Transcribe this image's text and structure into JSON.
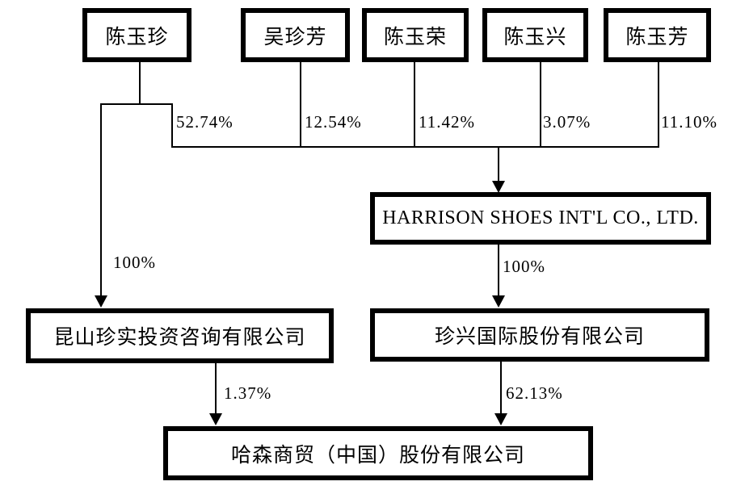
{
  "diagram": {
    "type": "equity-ownership-structure",
    "colors": {
      "background": "#ffffff",
      "line": "#000000",
      "box_border": "#000000",
      "text": "#000000"
    },
    "shareholders": [
      {
        "name": "陈玉珍"
      },
      {
        "name": "吴珍芳"
      },
      {
        "name": "陈玉荣"
      },
      {
        "name": "陈玉兴"
      },
      {
        "name": "陈玉芳"
      }
    ],
    "companies": {
      "harrison": {
        "name": "HARRISON SHOES INT'L CO., LTD."
      },
      "kunshan": {
        "name": "昆山珍实投资咨询有限公司"
      },
      "zhenxing": {
        "name": "珍兴国际股份有限公司"
      },
      "hasen": {
        "name": "哈森商贸（中国）股份有限公司"
      }
    },
    "ownership_labels": {
      "chen_yuzhen_to_harrison": "52.74%",
      "wu_zhenfang_to_harrison": "12.54%",
      "chen_yurong_to_harrison": "11.42%",
      "chen_yuxing_to_harrison": "3.07%",
      "chen_yufang_to_harrison": "11.10%",
      "chen_yuzhen_to_kunshan": "100%",
      "harrison_to_zhenxing": "100%",
      "kunshan_to_hasen": "1.37%",
      "zhenxing_to_hasen": "62.13%"
    },
    "edges": [
      {
        "from": "陈玉珍",
        "to": "HARRISON SHOES INT'L CO., LTD.",
        "percent": "52.74%"
      },
      {
        "from": "吴珍芳",
        "to": "HARRISON SHOES INT'L CO., LTD.",
        "percent": "12.54%"
      },
      {
        "from": "陈玉荣",
        "to": "HARRISON SHOES INT'L CO., LTD.",
        "percent": "11.42%"
      },
      {
        "from": "陈玉兴",
        "to": "HARRISON SHOES INT'L CO., LTD.",
        "percent": "3.07%"
      },
      {
        "from": "陈玉芳",
        "to": "HARRISON SHOES INT'L CO., LTD.",
        "percent": "11.10%"
      },
      {
        "from": "陈玉珍",
        "to": "昆山珍实投资咨询有限公司",
        "percent": "100%"
      },
      {
        "from": "HARRISON SHOES INT'L CO., LTD.",
        "to": "珍兴国际股份有限公司",
        "percent": "100%"
      },
      {
        "from": "昆山珍实投资咨询有限公司",
        "to": "哈森商贸（中国）股份有限公司",
        "percent": "1.37%"
      },
      {
        "from": "珍兴国际股份有限公司",
        "to": "哈森商贸（中国）股份有限公司",
        "percent": "62.13%"
      }
    ]
  }
}
